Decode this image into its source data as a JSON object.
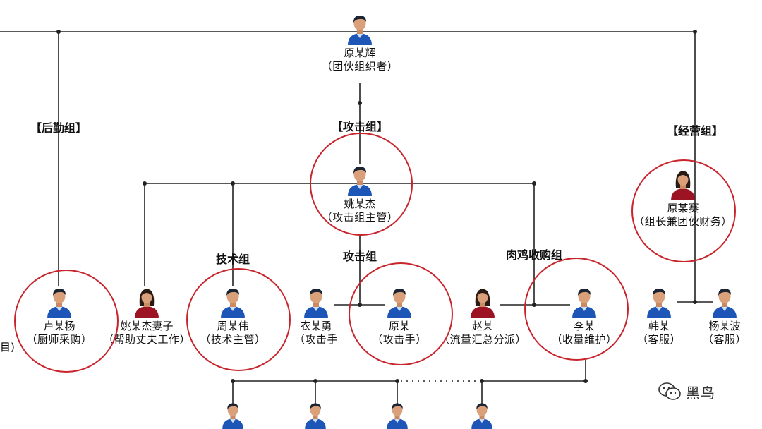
{
  "people": {
    "yuan_hui": {
      "name": "原某辉",
      "role": "（团伙组织者）",
      "gender": "m"
    },
    "yao_jie": {
      "name": "姚某杰",
      "role": "（攻击组主管）",
      "gender": "m"
    },
    "yuan_sai": {
      "name": "原某赛",
      "role": "（组长兼团伙财务）",
      "gender": "f"
    },
    "lu_yang": {
      "name": "卢某杨",
      "role": "（厨师采购）",
      "gender": "m"
    },
    "yao_wife": {
      "name": "姚某杰妻子",
      "role": "（帮助丈夫工作）",
      "gender": "f"
    },
    "zhou_wei": {
      "name": "周某伟",
      "role": "（技术主管）",
      "gender": "m"
    },
    "yi_yong": {
      "name": "衣某勇",
      "role": "（攻击手",
      "gender": "m"
    },
    "yuan_attacker": {
      "name": "原某",
      "role": "（攻击手）",
      "gender": "m"
    },
    "zhao": {
      "name": "赵某",
      "role": "（流量汇总分派）",
      "gender": "f"
    },
    "li": {
      "name": "李某",
      "role": "（收量维护）",
      "gender": "m"
    },
    "han": {
      "name": "韩某",
      "role": "（客服）",
      "gender": "m"
    },
    "yang_bo": {
      "name": "杨某波",
      "role": "（客服）",
      "gender": "m"
    }
  },
  "edge_fragment": "目)",
  "groups": {
    "logistics": "【后勤组】",
    "attack_top": "【攻击组】",
    "operations": "【经营组】",
    "tech": "技术组",
    "attack": "攻击组",
    "broiler": "肉鸡收购组"
  },
  "watermark": {
    "text": "黑鸟",
    "icon": "wechat-icon"
  },
  "colors": {
    "ring": "#c8242c",
    "male_shirt": "#1e56b8",
    "female_top": "#9c1424",
    "line": "#222222"
  }
}
